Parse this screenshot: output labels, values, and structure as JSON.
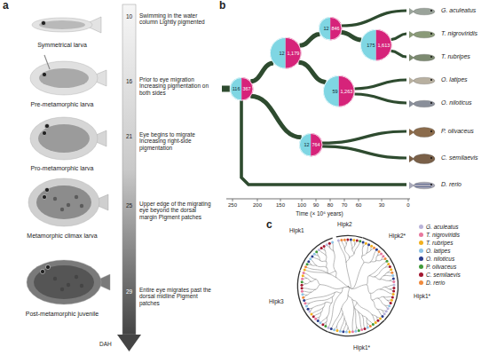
{
  "diagram": {
    "nodes": [
      {
        "text": [
          "116",
          "367"
        ]
      },
      {
        "text": [
          "12",
          "1,179"
        ]
      },
      {
        "text": [
          "12",
          "846"
        ]
      },
      {
        "text": [
          "175",
          "1,613"
        ]
      },
      {
        "text": [
          "59",
          "1,263"
        ]
      },
      {
        "text": [
          "12",
          "764"
        ]
      }
    ],
    "edges": [
      {
        "from": 0,
        "to": 1,
        "arrow": "none"
      },
      {
        "from": 1,
        "to": 2,
        "arrow": "none"
      },
      {
        "from": 2,
        "to": 3,
        "arrow": "none"
      },
      {
        "from": 1,
        "to": 4,
        "arrow": "none"
      },
      {
        "from": 0,
        "to": 5,
        "arrow": "none"
      }
    ],
    "labels": [
      "a",
      "Symmetrical larva",
      "Pre-metamorphic larva",
      "Pro-metamorphic larva",
      "Metamorphic climax larva",
      "Post-metamorphic juvenile",
      "10",
      "16",
      "21",
      "25",
      "29",
      "DAH",
      "Swimming in the water column Lightly pigmented",
      "Prior to eye migration Increasing pigmentation on both sides",
      "Eye begins to migrate Increasing right-side pigmentation",
      "Upper edge of the migrating eye beyond the dorsal margin Pigment patches",
      "Entire eye migrates past the dorsal midline Pigment patches",
      "b",
      "G. aculeatus",
      "T. nigroviridis",
      "T. rubripes",
      "O. latipes",
      "O. niloticus",
      "P. olivaceus",
      "C. semilaevis",
      "D. rerio",
      "250",
      "200",
      "150",
      "100",
      "90",
      "80",
      "70",
      "60",
      "30",
      "0",
      "Time (× 10⁶ years)",
      "c",
      "Hipk1",
      "Hipk2",
      "Hipk2*",
      "Hipk1*",
      "Hipk1*",
      "Hipk3"
    ],
    "legend": [
      {
        "text": "G. aculeatus",
        "color": "#b9b3d9"
      },
      {
        "text": "T. nigroviridis",
        "color": "#e8789e"
      },
      {
        "text": "T. rubripes",
        "color": "#f2b01e"
      },
      {
        "text": "O. latipes",
        "color": "#8ec3e6"
      },
      {
        "text": "O. niloticus",
        "color": "#2b3c8c"
      },
      {
        "text": "P. olivaceus",
        "color": "#3f9a3a"
      },
      {
        "text": "C. semilaevis",
        "color": "#a3162f"
      },
      {
        "text": "D. rerio",
        "color": "#f08a3c"
      }
    ]
  }
}
